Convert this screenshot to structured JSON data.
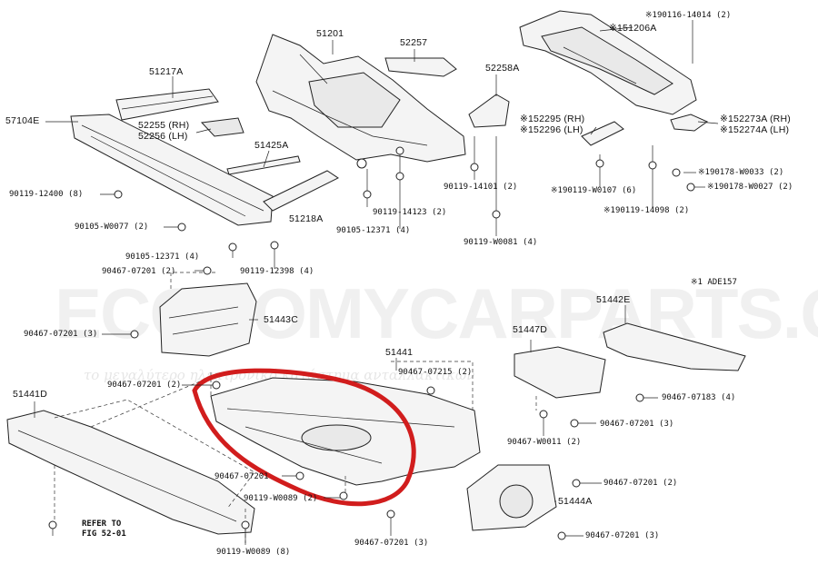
{
  "watermark": {
    "brand": "ECONOMYCARPARTS.GR",
    "tagline": "το μεγαλύτερο ηλεκτρονικό κατάστημα ανταλλακτικών"
  },
  "note": "※1 ADE157",
  "refer": {
    "line1": "REFER TO",
    "line2": "FIG 52-01"
  },
  "labels": {
    "p51201": "51201",
    "p52257": "52257",
    "p51217A": "51217A",
    "p57104E": "57104E",
    "p52255": "52255 (RH)",
    "p52256": "52256 (LH)",
    "p51425A": "51425A",
    "p52258A": "52258A",
    "p151206A": "※151206A",
    "p190116": "※190116-14014 (2)",
    "p152295": "※152295 (RH)",
    "p152296": "※152296 (LH)",
    "p152273A": "※152273A (RH)",
    "p152274A": "※152274A (LH)",
    "p190178_33": "※190178-W0033 (2)",
    "p190178_27": "※190178-W0027 (2)",
    "p190119_0107": "※190119-W0107 (6)",
    "p190119_14098": "※190119-14098 (2)",
    "p90119_12400": "90119-12400 (8)",
    "p90105_W0077": "90105-W0077 (2)",
    "p51218A": "51218A",
    "p90119_14123": "90119-14123 (2)",
    "p90105_12371a": "90105-12371 (4)",
    "p90119_14101": "90119-14101 (2)",
    "p90119_W0081": "90119-W0081 (4)",
    "p90105_12371b": "90105-12371 (4)",
    "p90467_07201_a": "90467-07201 (2)",
    "p90119_12398": "90119-12398 (4)",
    "p51443C": "51443C",
    "p90467_07201_b": "90467-07201 (3)",
    "p51442E": "51442E",
    "p51447D": "51447D",
    "p51441": "51441",
    "p90467_07215": "90467-07215 (2)",
    "p90467_07201_c": "90467-07201 (2)",
    "p51441D": "51441D",
    "p90467_07183": "90467-07183 (4)",
    "p90467_07201_d": "90467-07201 (3)",
    "p90467_W0011": "90467-W0011 (2)",
    "p90467_07201_e": "90467-07201",
    "p90119_W0089a": "90119-W0089 (2)",
    "p90467_07201_f": "90467-07201 (2)",
    "p51444A": "51444A",
    "p90467_07201_g": "90467-07201 (3)",
    "p90119_W0089b": "90119-W0089 (8)",
    "p90467_07201_h": "90467-07201 (3)"
  },
  "colors": {
    "highlight": "#d11d1d",
    "line": "#222222"
  }
}
